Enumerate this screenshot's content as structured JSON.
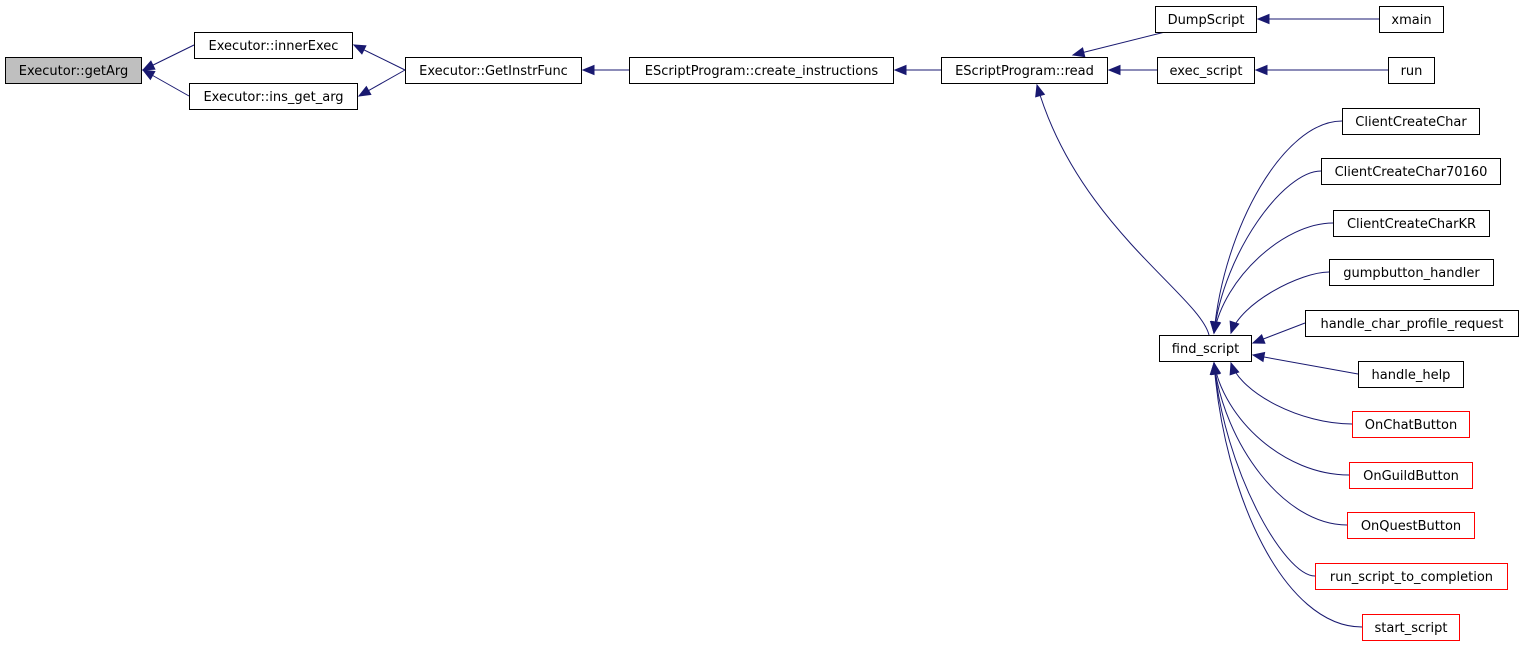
{
  "colors": {
    "edge": "#191970",
    "border_default": "#000000",
    "border_truncated": "#ff0000",
    "fill_focus": "#bfbfbf",
    "fill_default": "#ffffff"
  },
  "nodes": [
    {
      "id": "getArg",
      "label": "Executor::getArg",
      "style": "focus"
    },
    {
      "id": "innerExec",
      "label": "Executor::innerExec",
      "style": "default"
    },
    {
      "id": "ins_get_arg",
      "label": "Executor::ins_get_arg",
      "style": "default"
    },
    {
      "id": "GetInstrFunc",
      "label": "Executor::GetInstrFunc",
      "style": "default"
    },
    {
      "id": "create_instructions",
      "label": "EScriptProgram::create_instructions",
      "style": "default"
    },
    {
      "id": "read",
      "label": "EScriptProgram::read",
      "style": "default"
    },
    {
      "id": "DumpScript",
      "label": "DumpScript",
      "style": "default"
    },
    {
      "id": "xmain",
      "label": "xmain",
      "style": "default"
    },
    {
      "id": "exec_script",
      "label": "exec_script",
      "style": "default"
    },
    {
      "id": "run",
      "label": "run",
      "style": "default"
    },
    {
      "id": "find_script",
      "label": "find_script",
      "style": "default"
    },
    {
      "id": "ClientCreateChar",
      "label": "ClientCreateChar",
      "style": "default"
    },
    {
      "id": "ClientCreateChar70160",
      "label": "ClientCreateChar70160",
      "style": "default"
    },
    {
      "id": "ClientCreateCharKR",
      "label": "ClientCreateCharKR",
      "style": "default"
    },
    {
      "id": "gumpbutton_handler",
      "label": "gumpbutton_handler",
      "style": "default"
    },
    {
      "id": "handle_char_profile_request",
      "label": "handle_char_profile_request",
      "style": "default"
    },
    {
      "id": "handle_help",
      "label": "handle_help",
      "style": "default"
    },
    {
      "id": "OnChatButton",
      "label": "OnChatButton",
      "style": "truncated"
    },
    {
      "id": "OnGuildButton",
      "label": "OnGuildButton",
      "style": "truncated"
    },
    {
      "id": "OnQuestButton",
      "label": "OnQuestButton",
      "style": "truncated"
    },
    {
      "id": "run_script_to_completion",
      "label": "run_script_to_completion",
      "style": "truncated"
    },
    {
      "id": "start_script",
      "label": "start_script",
      "style": "truncated"
    }
  ],
  "edges": [
    {
      "from": "innerExec",
      "to": "getArg"
    },
    {
      "from": "ins_get_arg",
      "to": "getArg"
    },
    {
      "from": "GetInstrFunc",
      "to": "innerExec"
    },
    {
      "from": "GetInstrFunc",
      "to": "ins_get_arg"
    },
    {
      "from": "create_instructions",
      "to": "GetInstrFunc"
    },
    {
      "from": "read",
      "to": "create_instructions"
    },
    {
      "from": "DumpScript",
      "to": "read"
    },
    {
      "from": "exec_script",
      "to": "read"
    },
    {
      "from": "find_script",
      "to": "read"
    },
    {
      "from": "xmain",
      "to": "DumpScript"
    },
    {
      "from": "run",
      "to": "exec_script"
    },
    {
      "from": "ClientCreateChar",
      "to": "find_script"
    },
    {
      "from": "ClientCreateChar70160",
      "to": "find_script"
    },
    {
      "from": "ClientCreateCharKR",
      "to": "find_script"
    },
    {
      "from": "gumpbutton_handler",
      "to": "find_script"
    },
    {
      "from": "handle_char_profile_request",
      "to": "find_script"
    },
    {
      "from": "handle_help",
      "to": "find_script"
    },
    {
      "from": "OnChatButton",
      "to": "find_script"
    },
    {
      "from": "OnGuildButton",
      "to": "find_script"
    },
    {
      "from": "OnQuestButton",
      "to": "find_script"
    },
    {
      "from": "run_script_to_completion",
      "to": "find_script"
    },
    {
      "from": "start_script",
      "to": "find_script"
    }
  ]
}
